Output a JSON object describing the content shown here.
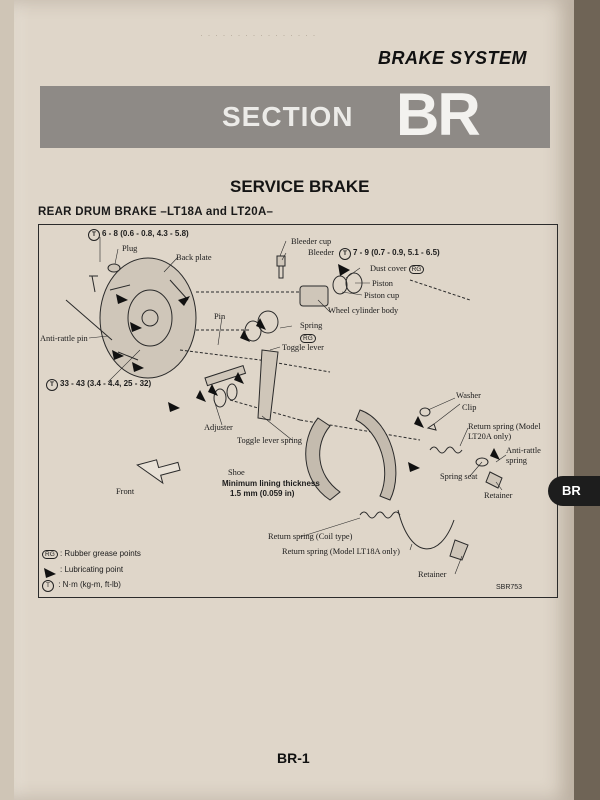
{
  "header": {
    "title": "BRAKE SYSTEM"
  },
  "section": {
    "label": "SECTION",
    "code": "BR"
  },
  "chapter": {
    "title": "SERVICE BRAKE"
  },
  "diagram": {
    "title": "REAR DRUM BRAKE –LT18A and LT20A–",
    "ref_code": "SBR753",
    "labels": {
      "torque_top": "6 - 8 (0.6 - 0.8, 4.3 - 5.8)",
      "plug": "Plug",
      "back_plate": "Back plate",
      "bleeder_cup": "Bleeder cup",
      "bleeder": "Bleeder",
      "torque_bleeder": "7 - 9 (0.7 - 0.9, 5.1 - 6.5)",
      "dust_cover": "Dust cover",
      "piston": "Piston",
      "piston_cup": "Piston cup",
      "wheel_cylinder_body": "Wheel cylinder body",
      "pin": "Pin",
      "spring": "Spring",
      "anti_rattle_pin": "Anti-rattle pin",
      "toggle_lever": "Toggle lever",
      "torque_bottom": "33 - 43 (3.4 - 4.4, 25 - 32)",
      "adjuster": "Adjuster",
      "toggle_lever_spring": "Toggle lever spring",
      "washer": "Washer",
      "clip": "Clip",
      "return_spring_lt20a": "Return spring (Model LT20A only)",
      "anti_rattle_spring": "Anti-rattle spring",
      "spring_seat": "Spring seat",
      "retainer_right": "Retainer",
      "front": "Front",
      "shoe": "Shoe",
      "min_lining": "Minimum lining thickness",
      "min_lining_value": "1.5 mm (0.059 in)",
      "return_spring_coil": "Return spring (Coil type)",
      "return_spring_lt18a": "Return spring (Model LT18A only)",
      "retainer_bottom": "Retainer",
      "rg": "RG",
      "torque_symbol": "T"
    },
    "legend": [
      {
        "symbol": "RG",
        "text": ": Rubber grease points"
      },
      {
        "symbol": "arrow",
        "text": ": Lubricating point"
      },
      {
        "symbol": "T",
        "text": ": N·m (kg-m, ft-lb)"
      }
    ]
  },
  "side_tab": {
    "label": "BR"
  },
  "page_number": "BR-1"
}
